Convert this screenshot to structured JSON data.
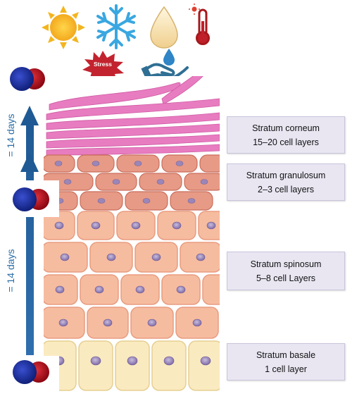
{
  "icons": [
    "sun-icon",
    "snowflake-icon",
    "water-drop-icon",
    "thermometer-icon",
    "stress-burst-icon",
    "hand-water-drop-icon"
  ],
  "stress_badge": "Stress",
  "cycle": {
    "upper_days": "= 14 days",
    "lower_days": "= 14 days",
    "arrow_color": "#1f5a94",
    "molecule_colors": {
      "oxygen_a": "#1a2a8c",
      "oxygen_b": "#b2101c"
    }
  },
  "layers": [
    {
      "name": "Stratum corneum",
      "detail": "15–20 cell layers",
      "color": "#e87cc0"
    },
    {
      "name": "Stratum granulosum",
      "detail": "2–3 cell layers",
      "color": "#e79a86"
    },
    {
      "name": "Stratum spinosum",
      "detail": "5–8 cell Layers",
      "color": "#f6bca0"
    },
    {
      "name": "Stratum basale",
      "detail": "1 cell layer",
      "color": "#faeac0"
    }
  ],
  "colors": {
    "label_bg": "#e9e6f2",
    "days_text": "#2d6ea6",
    "nucleus": "#9a86b8"
  }
}
